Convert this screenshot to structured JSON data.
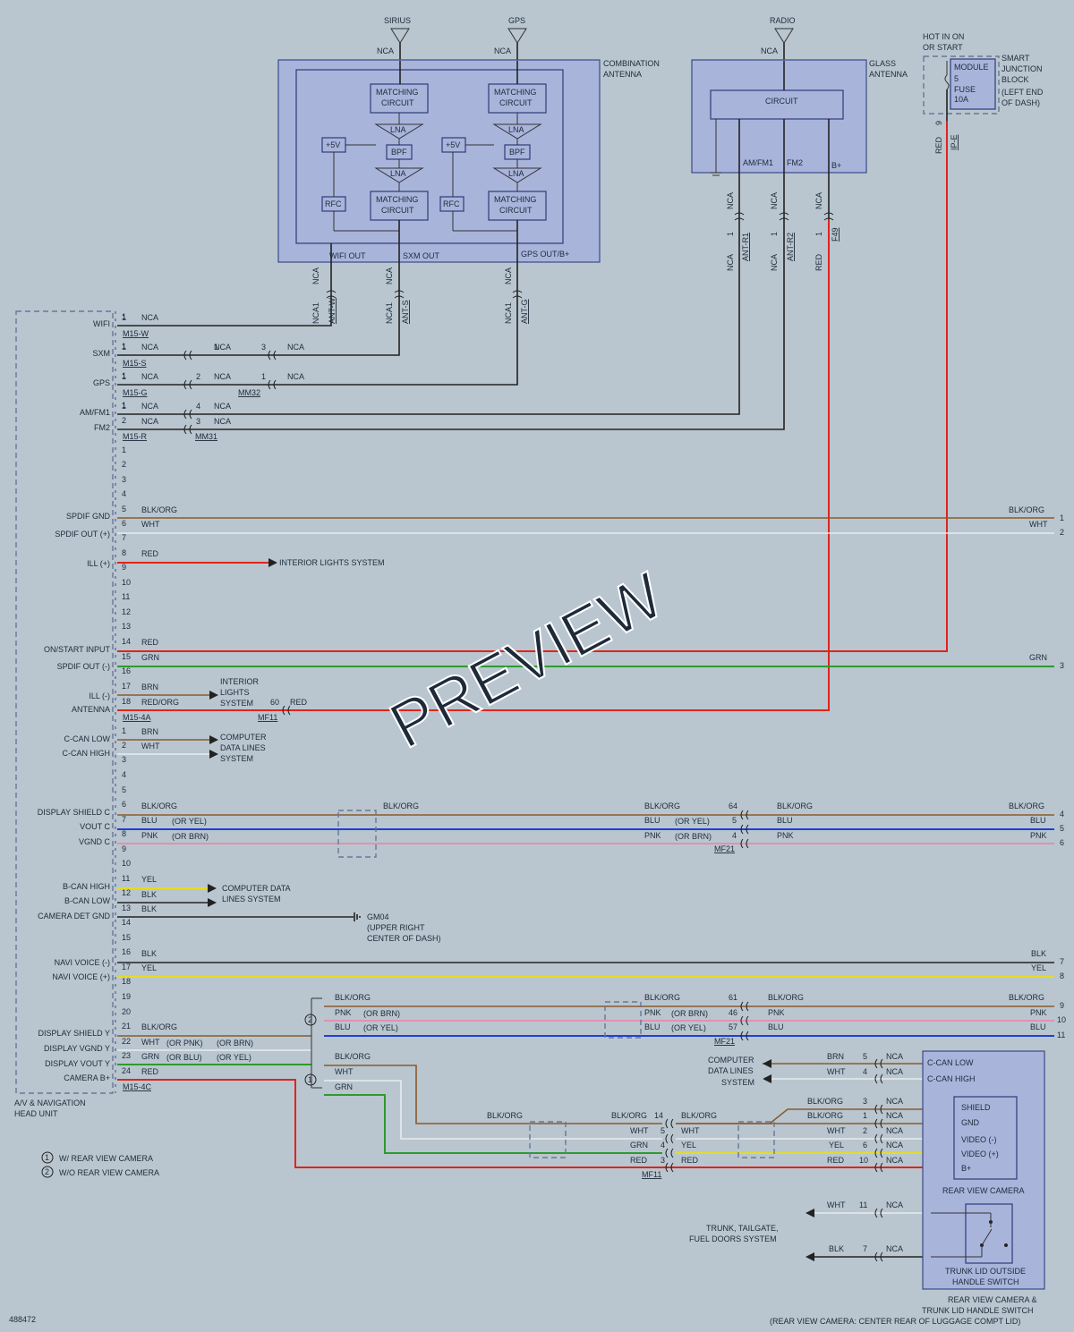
{
  "doc_id": "488472",
  "watermark": "PREVIEW",
  "colors": {
    "background": "#b9c6cf",
    "component_fill": "#a9b4db",
    "wire_red": "#e0241b",
    "wire_green": "#2e9a2e",
    "wire_blue": "#1f3fd6",
    "wire_yellow": "#e6dc20",
    "wire_pink": "#e48fb0",
    "wire_brown": "#8a5a2c",
    "wire_white": "#e8ecef",
    "wire_black": "#222222"
  },
  "antennas": {
    "sirius": "SIRIUS",
    "gps": "GPS",
    "radio": "RADIO",
    "nca": "NCA"
  },
  "combination_antenna": {
    "title_l1": "COMBINATION",
    "title_l2": "ANTENNA",
    "matching_l1": "MATCHING",
    "matching_l2": "CIRCUIT",
    "lna": "LNA",
    "bpf": "BPF",
    "plus5v": "+5V",
    "rfc": "RFC",
    "wifi_out": "WIFI OUT",
    "sxm_out": "SXM OUT",
    "gps_out": "GPS OUT/B+"
  },
  "glass_antenna": {
    "title_l1": "GLASS",
    "title_l2": "ANTENNA",
    "circuit": "CIRCUIT",
    "am_fm1": "AM/FM1",
    "fm2": "FM2",
    "b_plus": "B+"
  },
  "smart_junction": {
    "hot": "HOT IN ON",
    "hot2": "OR START",
    "module": "MODULE",
    "num": "5",
    "fuse": "FUSE",
    "amp": "10A",
    "title": [
      "SMART",
      "JUNCTION",
      "BLOCK",
      "(LEFT END",
      "OF DASH)"
    ],
    "pin": "9",
    "wire": "RED",
    "conn": "IP-E"
  },
  "connectors": {
    "ant_w": "ANT-W",
    "ant_s": "ANT-S",
    "ant_g": "ANT-G",
    "ant_r1": "ANT-R1",
    "ant_r2": "ANT-R2",
    "f49": "F49",
    "nca1": "NCA1",
    "one": "1",
    "red": "RED",
    "m15w": "M15-W",
    "m15s": "M15-S",
    "m15g": "M15-G",
    "m15r": "M15-R",
    "mm32": "MM32",
    "mm31": "MM31",
    "m15_4a": "M15-4A",
    "mf11": "MF11",
    "mf21": "MF21",
    "m15_4c": "M15-4C"
  },
  "head_unit": {
    "title_l1": "A/V & NAVIGATION",
    "title_l2": "HEAD UNIT",
    "labels": {
      "wifi": "WIFI",
      "sxm": "SXM",
      "gps": "GPS",
      "amfm1": "AM/FM1",
      "fm2": "FM2",
      "spdif_gnd": "SPDIF GND",
      "spdif_out_p": "SPDIF OUT (+)",
      "ill_p": "ILL (+)",
      "on_start": "ON/START INPUT",
      "spdif_out_m": "SPDIF OUT (-)",
      "ill_m": "ILL (-)",
      "antenna": "ANTENNA",
      "ccan_low": "C-CAN LOW",
      "ccan_high": "C-CAN HIGH",
      "disp_shield_c": "DISPLAY SHIELD C",
      "vout_c": "VOUT C",
      "vgnd_c": "VGND C",
      "bcan_high": "B-CAN HIGH",
      "bcan_low": "B-CAN LOW",
      "cam_det_gnd": "CAMERA DET GND",
      "navi_voice_m": "NAVI VOICE (-)",
      "navi_voice_p": "NAVI VOICE (+)",
      "disp_shield_y": "DISPLAY SHIELD Y",
      "disp_vgnd_y": "DISPLAY VGND Y",
      "disp_vout_y": "DISPLAY VOUT Y",
      "camera_b": "CAMERA B+"
    }
  },
  "wires": {
    "nca": "NCA",
    "blk_org": "BLK/ORG",
    "wht": "WHT",
    "red": "RED",
    "grn": "GRN",
    "brn": "BRN",
    "red_org": "RED/ORG",
    "blu": "BLU",
    "pnk": "PNK",
    "yel": "YEL",
    "blk": "BLK",
    "or_yel": "(OR YEL)",
    "or_brn": "(OR BRN)",
    "or_pnk": "(OR PNK)",
    "or_blu": "(OR BLU)"
  },
  "systems": {
    "interior_lights": "INTERIOR LIGHTS SYSTEM",
    "interior_lights_l": [
      "INTERIOR",
      "LIGHTS",
      "SYSTEM"
    ],
    "computer_data": [
      "COMPUTER",
      "DATA LINES",
      "SYSTEM"
    ],
    "computer_data2": [
      "COMPUTER DATA",
      "LINES SYSTEM"
    ],
    "gm04": [
      "GM04",
      "(UPPER RIGHT",
      "CENTER OF DASH)"
    ],
    "trunk": [
      "TRUNK, TAILGATE,",
      "FUEL DOORS SYSTEM"
    ]
  },
  "rear_camera": {
    "ccan_low": "C-CAN LOW",
    "ccan_high": "C-CAN HIGH",
    "pins": [
      "SHIELD",
      "GND",
      "VIDEO (-)",
      "VIDEO (+)",
      "B+"
    ],
    "title": "REAR VIEW CAMERA",
    "switch": [
      "TRUNK LID OUTSIDE",
      "HANDLE SWITCH"
    ],
    "footer": [
      "REAR VIEW CAMERA &",
      "TRUNK LID HANDLE SWITCH",
      "(REAR VIEW CAMERA: CENTER REAR OF LUGGAGE COMPT LID)"
    ]
  },
  "legend": {
    "n1": "1",
    "n2": "2",
    "w_rear": "W/ REAR VIEW CAMERA",
    "wo_rear": "W/O REAR VIEW CAMERA"
  },
  "right_edge_nums": [
    "1",
    "2",
    "3",
    "4",
    "5",
    "6",
    "7",
    "8",
    "9",
    "10",
    "11"
  ]
}
